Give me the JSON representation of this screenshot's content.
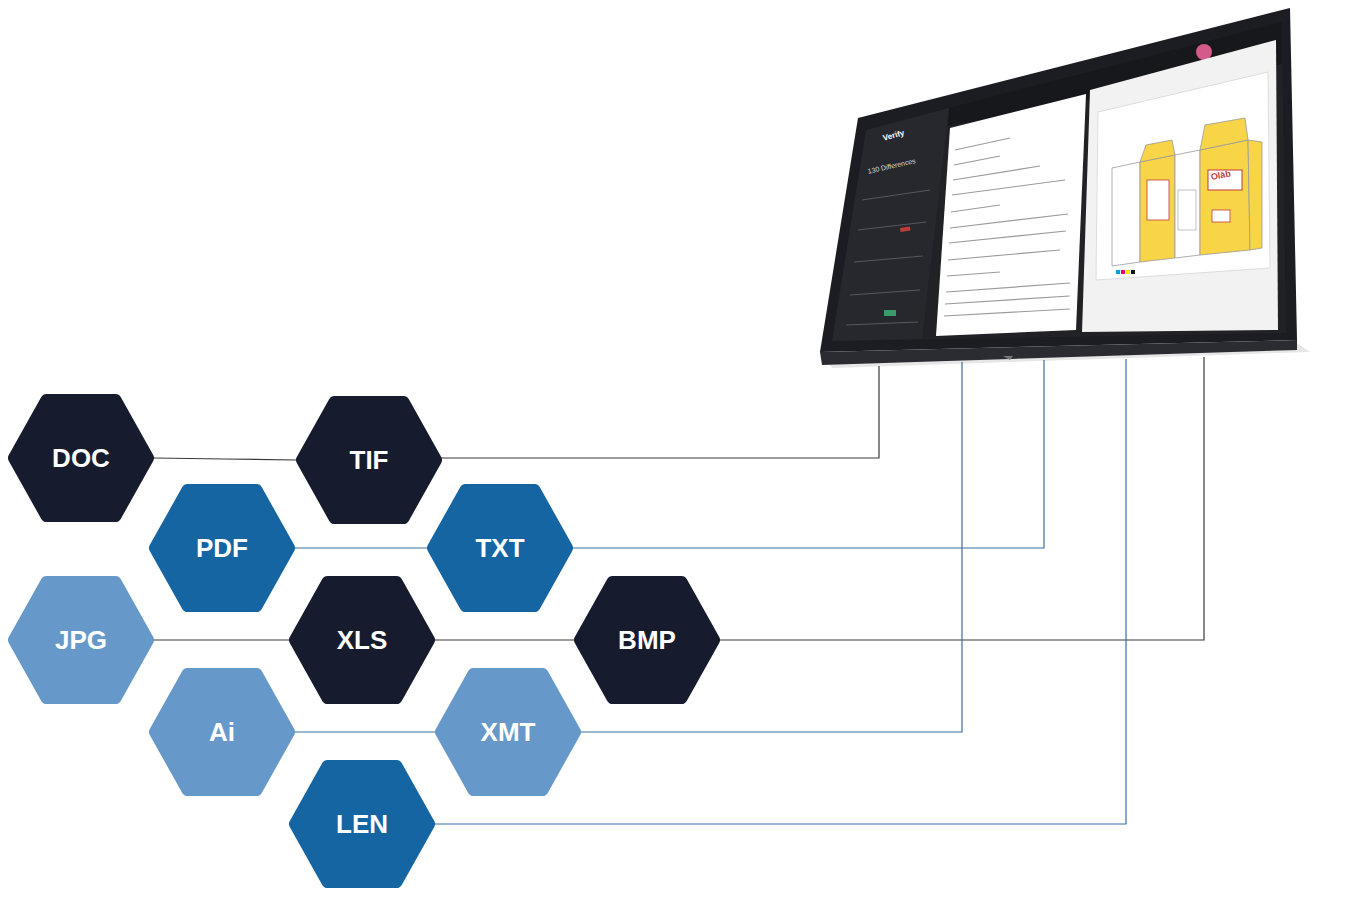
{
  "diagram": {
    "nodes": [
      {
        "text": [
          "DOC"
        ]
      },
      {
        "text": [
          "TIF"
        ]
      },
      {
        "text": [
          "PDF"
        ]
      },
      {
        "text": [
          "TXT"
        ]
      },
      {
        "text": [
          "JPG"
        ]
      },
      {
        "text": [
          "XLS"
        ]
      },
      {
        "text": [
          "BMP"
        ]
      },
      {
        "text": [
          "Ai"
        ]
      },
      {
        "text": [
          "XMT"
        ]
      },
      {
        "text": [
          "LEN"
        ]
      }
    ],
    "edges": [
      {
        "from": 0,
        "to": 1,
        "arrow": "none"
      },
      {
        "from": 2,
        "to": 3,
        "arrow": "none"
      },
      {
        "from": 4,
        "to": 5,
        "arrow": "none"
      },
      {
        "from": 5,
        "to": 6,
        "arrow": "none"
      },
      {
        "from": 7,
        "to": 8,
        "arrow": "none"
      }
    ],
    "labels": [
      "Verify",
      "130 Differences",
      "Olāb"
    ]
  }
}
